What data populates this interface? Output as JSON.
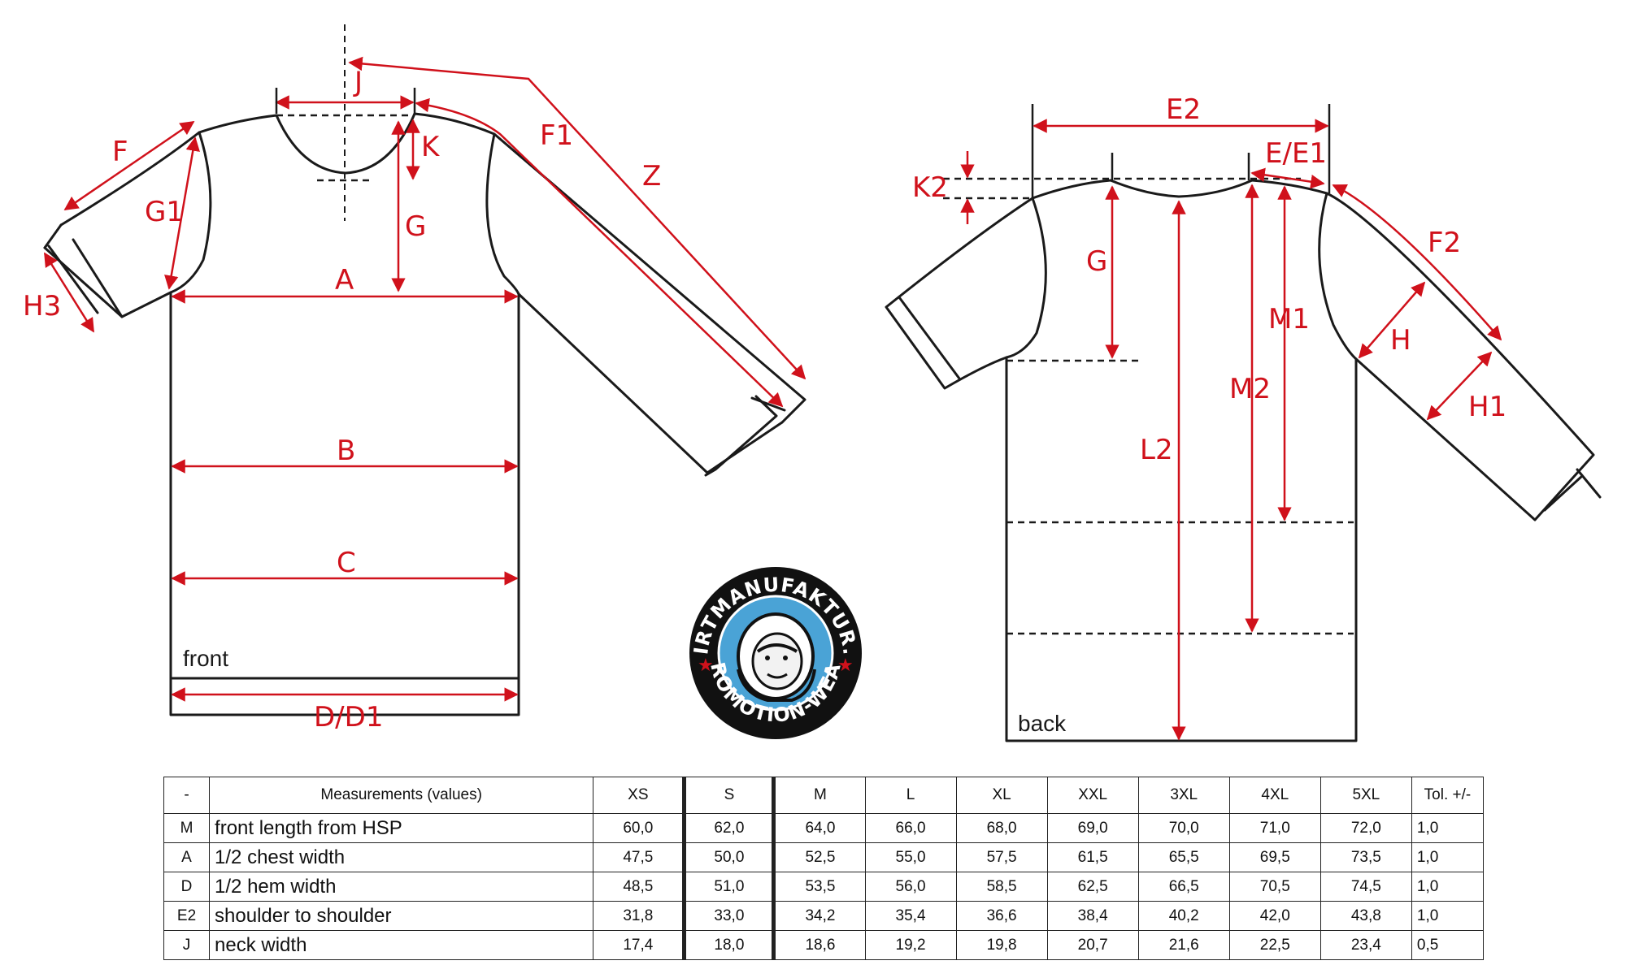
{
  "diagram": {
    "front_view_label": "front",
    "back_view_label": "back",
    "front_labels": {
      "J": "J",
      "K": "K",
      "F": "F",
      "F1": "F1",
      "Z": "Z",
      "G1": "G1",
      "G": "G",
      "H3": "H3",
      "A": "A",
      "B": "B",
      "C": "C",
      "D": "D/D1"
    },
    "back_labels": {
      "E2": "E2",
      "E": "E/E1",
      "K2": "K2",
      "G": "G",
      "F2": "F2",
      "M1": "M1",
      "M2": "M2",
      "L2": "L2",
      "H": "H",
      "H1": "H1"
    },
    "accent_color": "#d0111b",
    "outline_color": "#1a1a1a"
  },
  "logo": {
    "top_text": "SHIRTMANUFAKTUR.DE",
    "bottom_text": "PROMOTION-WEAR",
    "ring_color": "#111111",
    "inner_color": "#4aa3d6",
    "star_color": "#d0111b"
  },
  "table": {
    "headers": [
      "-",
      "Measurements (values)",
      "XS",
      "S",
      "M",
      "L",
      "XL",
      "XXL",
      "3XL",
      "4XL",
      "5XL",
      "Tol. +/-"
    ],
    "rows": [
      {
        "code": "M",
        "desc": "front length from HSP",
        "values": [
          "60,0",
          "62,0",
          "64,0",
          "66,0",
          "68,0",
          "69,0",
          "70,0",
          "71,0",
          "72,0"
        ],
        "tol": "1,0"
      },
      {
        "code": "A",
        "desc": "1/2 chest width",
        "values": [
          "47,5",
          "50,0",
          "52,5",
          "55,0",
          "57,5",
          "61,5",
          "65,5",
          "69,5",
          "73,5"
        ],
        "tol": "1,0"
      },
      {
        "code": "D",
        "desc": "1/2 hem width",
        "values": [
          "48,5",
          "51,0",
          "53,5",
          "56,0",
          "58,5",
          "62,5",
          "66,5",
          "70,5",
          "74,5"
        ],
        "tol": "1,0"
      },
      {
        "code": "E2",
        "desc": "shoulder to shoulder",
        "values": [
          "31,8",
          "33,0",
          "34,2",
          "35,4",
          "36,6",
          "38,4",
          "40,2",
          "42,0",
          "43,8"
        ],
        "tol": "1,0"
      },
      {
        "code": "J",
        "desc": "neck width",
        "values": [
          "17,4",
          "18,0",
          "18,6",
          "19,2",
          "19,8",
          "20,7",
          "21,6",
          "22,5",
          "23,4"
        ],
        "tol": "0,5"
      }
    ]
  }
}
